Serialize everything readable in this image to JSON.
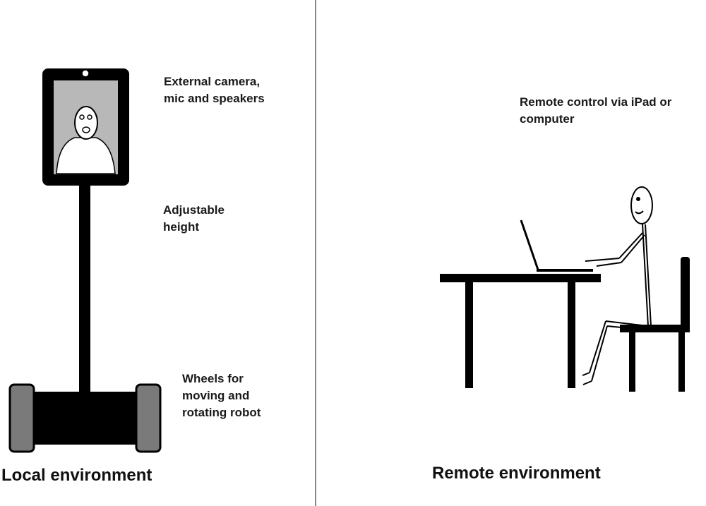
{
  "labels": {
    "camera": "External camera,\nmic and speakers",
    "height": "Adjustable\nheight",
    "wheels": "Wheels for\nmoving and\nrotating robot",
    "remote_control": "Remote control via iPad or\ncomputer"
  },
  "environments": {
    "local": "Local environment",
    "remote": "Remote environment"
  }
}
